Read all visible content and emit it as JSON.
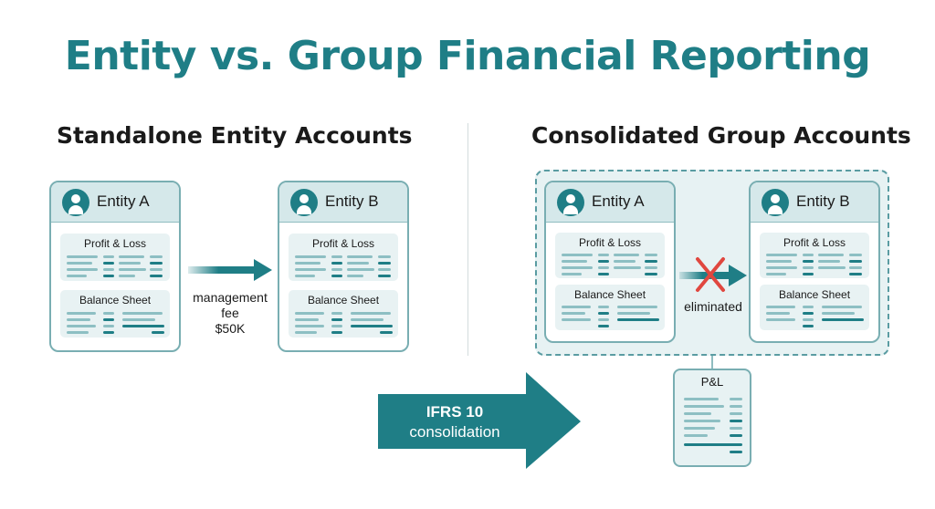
{
  "title": "Entity vs. Group Financial Reporting",
  "left_section": {
    "title": "Standalone Entity Accounts",
    "entity_a": {
      "name": "Entity A",
      "panels": [
        "Profit & Loss",
        "Balance Sheet"
      ]
    },
    "entity_b": {
      "name": "Entity B",
      "panels": [
        "Profit & Loss",
        "Balance Sheet"
      ]
    },
    "transfer": {
      "line1": "management",
      "line2": "fee",
      "line3": "$50K"
    }
  },
  "right_section": {
    "title": "Consolidated Group Accounts",
    "entity_a": {
      "name": "Entity A",
      "panels": [
        "Profit & Loss",
        "Balance Sheet"
      ]
    },
    "entity_b": {
      "name": "Entity B",
      "panels": [
        "Profit & Loss",
        "Balance Sheet"
      ]
    },
    "elimination": {
      "label": "eliminated"
    }
  },
  "consolidation_arrow": {
    "line1": "IFRS 10",
    "line2": "consolidation"
  },
  "group_output": {
    "label": "P&L"
  },
  "colors": {
    "title": "#1f7e86",
    "accent": "#1f7e86",
    "light_accent": "#d5e8ea",
    "panel_fill": "#e8f2f3",
    "border": "#79aeb2",
    "elimination_cross": "#e0473f"
  },
  "icons": {
    "entity": "user-avatar-icon",
    "flow_arrow": "arrow-right-icon",
    "elimination": "cross-icon"
  }
}
